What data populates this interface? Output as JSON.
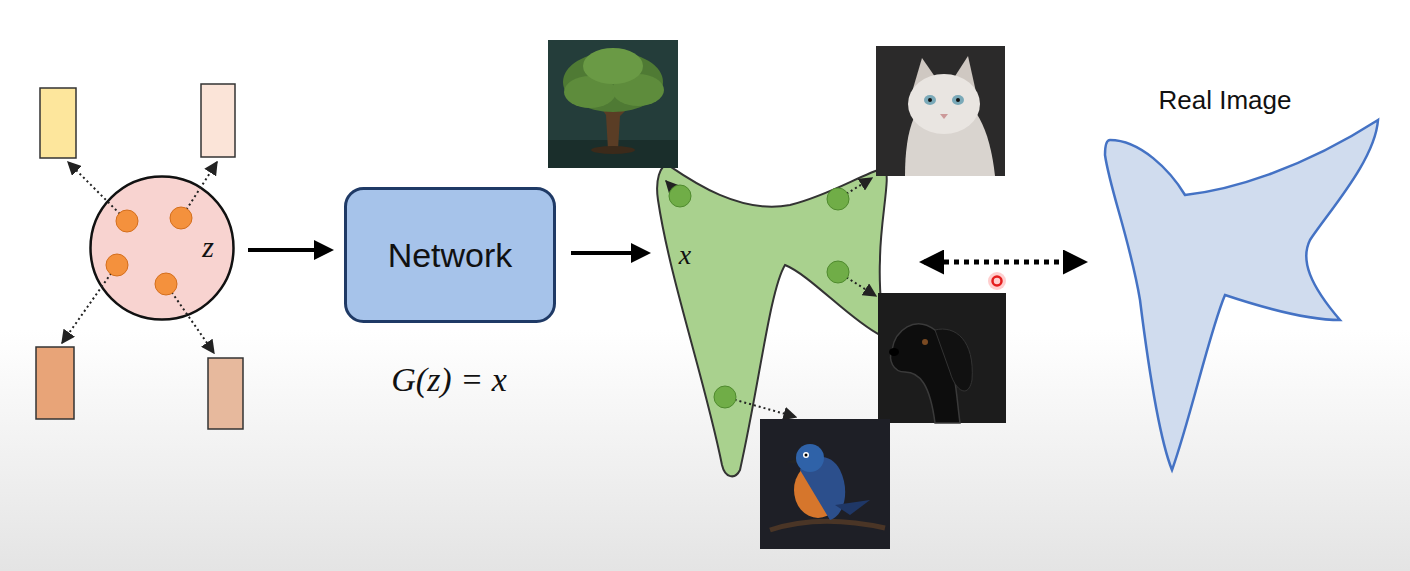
{
  "diagram": {
    "nodes": [
      {
        "text": [
          "z"
        ]
      },
      {
        "text": [
          "Network"
        ]
      },
      {
        "text": [
          "x"
        ]
      },
      {
        "text": [
          "Real Image"
        ]
      }
    ],
    "edges": [
      {
        "from": 0,
        "to": 1,
        "arrow": "to"
      },
      {
        "from": 1,
        "to": 2,
        "arrow": "to"
      },
      {
        "from": 2,
        "to": 3,
        "arrow": "both"
      }
    ],
    "labels": [
      "G(z) = x"
    ]
  }
}
